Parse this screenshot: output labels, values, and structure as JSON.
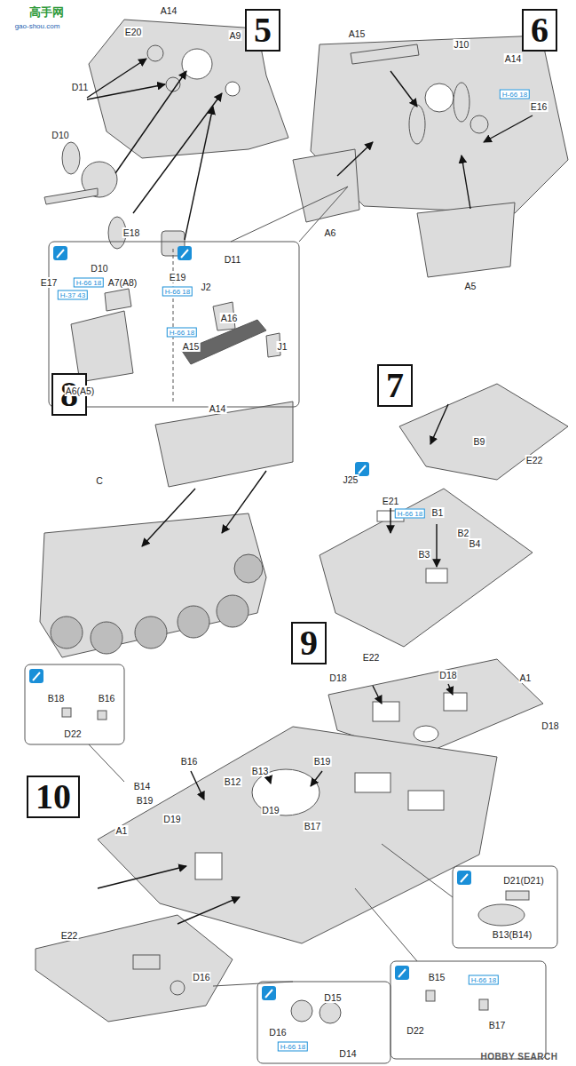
{
  "diagram": {
    "nodes": [
      {
        "text": [
          "5"
        ]
      },
      {
        "text": [
          "6"
        ]
      },
      {
        "text": [
          "7"
        ]
      },
      {
        "text": [
          "8"
        ]
      },
      {
        "text": [
          "9"
        ]
      },
      {
        "text": [
          "10"
        ]
      }
    ],
    "labels": [
      "高手网",
      "gao-shou.com",
      "A14",
      "A9",
      "E20",
      "D11",
      "D10",
      "E18",
      "E19",
      "H-66 18",
      "D11",
      "D10",
      "E17",
      "H-37 43",
      "A15",
      "J10",
      "A14",
      "H-66 18",
      "E16",
      "A6",
      "A5",
      "H-66 18",
      "A7(A8)",
      "A6(A5)",
      "J2",
      "A16",
      "H-66 18",
      "A15",
      "J1",
      "B9",
      "E22",
      "J25",
      "E21",
      "H-66 18",
      "B1",
      "B2",
      "B3",
      "B4",
      "E22",
      "A14",
      "C",
      "D18",
      "D18",
      "A1",
      "D18",
      "B18",
      "B16",
      "D22",
      "B16",
      "B13",
      "B19",
      "B14",
      "B12",
      "B19",
      "D19",
      "D19",
      "B17",
      "A1",
      "D21(D21)",
      "B13(B14)",
      "E22",
      "D16",
      "B15",
      "H-66 18",
      "D22",
      "B17",
      "D15",
      "D16",
      "H-66 18",
      "D14",
      "HOBBY SEARCH"
    ]
  }
}
